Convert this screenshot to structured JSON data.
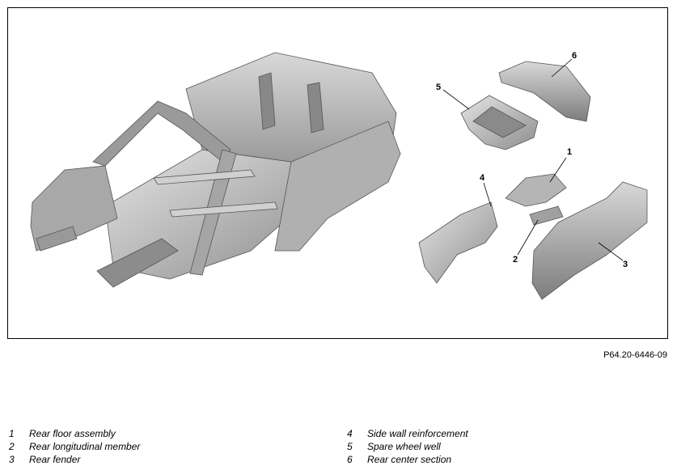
{
  "figure_ref": "P64.20-6446-09",
  "callouts": [
    "1",
    "2",
    "3",
    "4",
    "5",
    "6"
  ],
  "legend": [
    {
      "num": "1",
      "text": "Rear floor assembly"
    },
    {
      "num": "2",
      "text": "Rear longitudinal member"
    },
    {
      "num": "3",
      "text": "Rear fender"
    },
    {
      "num": "4",
      "text": "Side wall reinforcement"
    },
    {
      "num": "5",
      "text": "Spare wheel well"
    },
    {
      "num": "6",
      "text": "Rear center section"
    }
  ]
}
